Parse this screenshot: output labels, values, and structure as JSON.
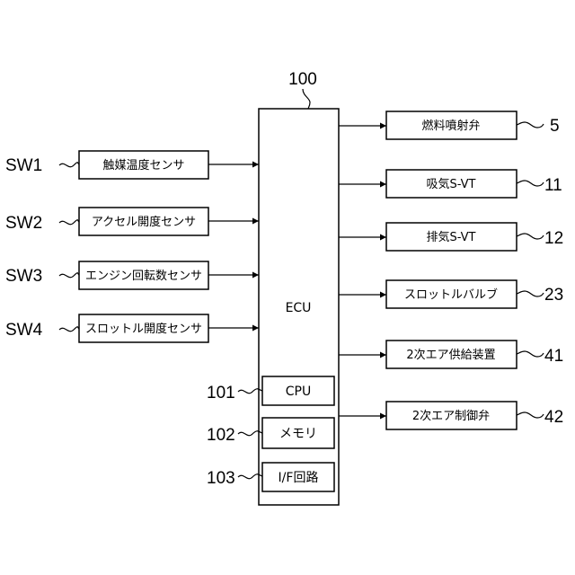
{
  "ecu": {
    "ref": "100",
    "label": "ECU"
  },
  "sub_blocks": [
    {
      "ref": "101",
      "label": "CPU"
    },
    {
      "ref": "102",
      "label": "メモリ"
    },
    {
      "ref": "103",
      "label": "I/F回路"
    }
  ],
  "inputs": [
    {
      "ref": "SW1",
      "label": "触媒温度センサ"
    },
    {
      "ref": "SW2",
      "label": "アクセル開度センサ"
    },
    {
      "ref": "SW3",
      "label": "エンジン回転数センサ"
    },
    {
      "ref": "SW4",
      "label": "スロットル開度センサ"
    }
  ],
  "outputs": [
    {
      "ref": "5",
      "label": "燃料噴射弁"
    },
    {
      "ref": "11",
      "label": "吸気S-VT"
    },
    {
      "ref": "12",
      "label": "排気S-VT"
    },
    {
      "ref": "23",
      "label": "スロットルバルブ"
    },
    {
      "ref": "41",
      "label": "2次エア供給装置"
    },
    {
      "ref": "42",
      "label": "2次エア制御弁"
    }
  ]
}
